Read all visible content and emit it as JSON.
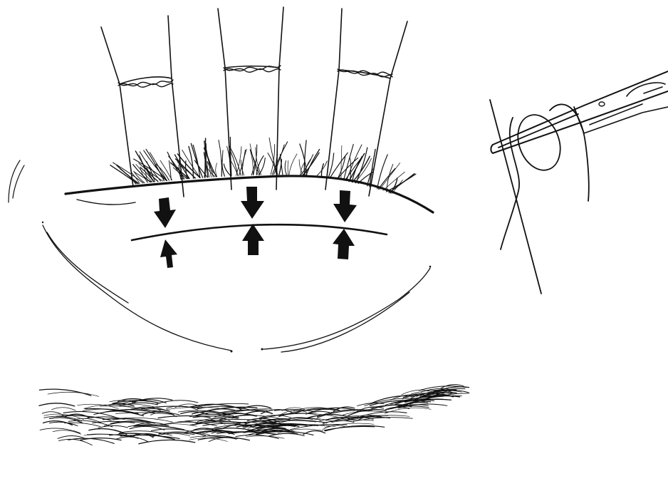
{
  "figure": {
    "caption": "",
    "background_color": "#ffffff",
    "ink_color": "#111111",
    "arrow_color": "#111111"
  },
  "elements": {
    "sutures": {
      "count": 3
    },
    "arrows": {
      "down_count": 3,
      "up_count": 3
    },
    "tools": [
      "scissors-icon",
      "needle-holder-icon"
    ]
  }
}
